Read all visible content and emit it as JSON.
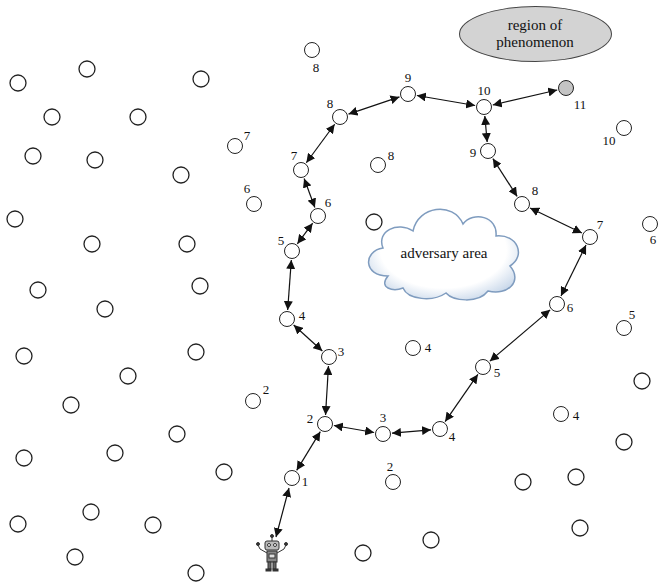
{
  "diagram": {
    "nodes": [
      {
        "text": [
          "region of phenomenon"
        ]
      },
      {
        "text": [
          "8"
        ]
      },
      {
        "text": [
          "9"
        ]
      },
      {
        "text": [
          "10"
        ]
      },
      {
        "text": [
          "11"
        ]
      },
      {
        "text": [
          "8"
        ]
      },
      {
        "text": [
          "10"
        ]
      },
      {
        "text": [
          "7"
        ]
      },
      {
        "text": [
          "9"
        ]
      },
      {
        "text": [
          "8"
        ]
      },
      {
        "text": [
          "7"
        ]
      },
      {
        "text": [
          "6"
        ]
      },
      {
        "text": [
          "8"
        ]
      },
      {
        "text": [
          "6"
        ]
      },
      {
        "text": [
          "adversary area"
        ]
      },
      {
        "text": [
          "7"
        ]
      },
      {
        "text": [
          "6"
        ]
      },
      {
        "text": [
          "5"
        ]
      },
      {
        "text": [
          "6"
        ]
      },
      {
        "text": [
          "4"
        ]
      },
      {
        "text": [
          "5"
        ]
      },
      {
        "text": [
          "4"
        ]
      },
      {
        "text": [
          "3"
        ]
      },
      {
        "text": [
          "5"
        ]
      },
      {
        "text": [
          "2"
        ]
      },
      {
        "text": [
          "4"
        ]
      },
      {
        "text": [
          "2"
        ]
      },
      {
        "text": [
          "4"
        ]
      },
      {
        "text": [
          "3"
        ]
      },
      {
        "text": [
          "2"
        ]
      },
      {
        "text": [
          "1"
        ]
      }
    ],
    "edges": [
      {
        "from": 30,
        "to": 26,
        "arrow": "both"
      },
      {
        "from": 26,
        "to": 22,
        "arrow": "both"
      },
      {
        "from": 22,
        "to": 19,
        "arrow": "both"
      },
      {
        "from": 19,
        "to": 17,
        "arrow": "both"
      },
      {
        "from": 17,
        "to": 13,
        "arrow": "both"
      },
      {
        "from": 13,
        "to": 10,
        "arrow": "both"
      },
      {
        "from": 10,
        "to": 5,
        "arrow": "both"
      },
      {
        "from": 5,
        "to": 2,
        "arrow": "both"
      },
      {
        "from": 2,
        "to": 3,
        "arrow": "both"
      },
      {
        "from": 3,
        "to": 4,
        "arrow": "both"
      },
      {
        "from": 3,
        "to": 8,
        "arrow": "both"
      },
      {
        "from": 8,
        "to": 12,
        "arrow": "both"
      },
      {
        "from": 12,
        "to": 15,
        "arrow": "both"
      },
      {
        "from": 15,
        "to": 18,
        "arrow": "both"
      },
      {
        "from": 18,
        "to": 23,
        "arrow": "both"
      },
      {
        "from": 23,
        "to": 27,
        "arrow": "both"
      },
      {
        "from": 27,
        "to": 28,
        "arrow": "both"
      },
      {
        "from": 28,
        "to": 26,
        "arrow": "both"
      }
    ]
  }
}
